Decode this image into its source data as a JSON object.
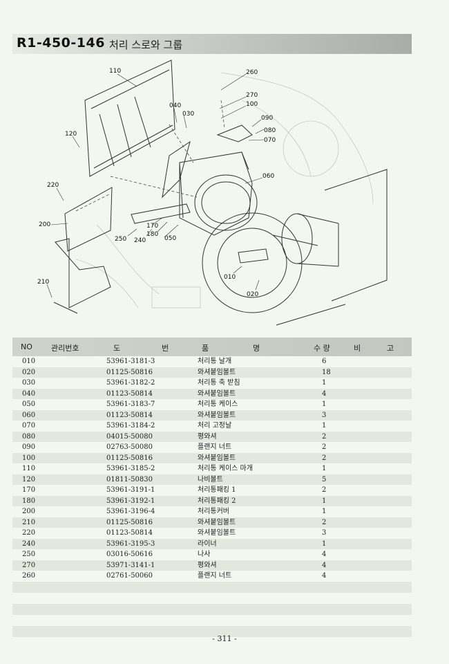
{
  "header": {
    "code": "R1-450-146",
    "title": "처리 스로와 그룹"
  },
  "diagram": {
    "callouts": [
      "110",
      "260",
      "270",
      "100",
      "040",
      "030",
      "090",
      "080",
      "070",
      "120",
      "060",
      "220",
      "200",
      "170",
      "180",
      "250",
      "240",
      "050",
      "210",
      "010",
      "020"
    ]
  },
  "table": {
    "headers": {
      "no": "NO",
      "mgmt": "관리번호",
      "dw1": "도",
      "dw2": "번",
      "nm1": "품",
      "nm2": "명",
      "qty": "수 량",
      "rm1": "비",
      "rm2": "고"
    },
    "rows": [
      {
        "no": "010",
        "drawing": "53961-3181-3",
        "name": "처리통 날개",
        "qty": "6"
      },
      {
        "no": "020",
        "drawing": "01125-50816",
        "name": "와셔붙임볼트",
        "qty": "18"
      },
      {
        "no": "030",
        "drawing": "53961-3182-2",
        "name": "처리통 축 받침",
        "qty": "1"
      },
      {
        "no": "040",
        "drawing": "01123-50814",
        "name": "와셔붙임볼트",
        "qty": "4"
      },
      {
        "no": "050",
        "drawing": "53961-3183-7",
        "name": "처리통 케이스",
        "qty": "1"
      },
      {
        "no": "060",
        "drawing": "01123-50814",
        "name": "와셔붙임볼트",
        "qty": "3"
      },
      {
        "no": "070",
        "drawing": "53961-3184-2",
        "name": "처리 고정날",
        "qty": "1"
      },
      {
        "no": "080",
        "drawing": "04015-50080",
        "name": "평와셔",
        "qty": "2"
      },
      {
        "no": "090",
        "drawing": "02763-50080",
        "name": "플랜지 너트",
        "qty": "2"
      },
      {
        "no": "100",
        "drawing": "01125-50816",
        "name": "와셔붙임볼트",
        "qty": "2"
      },
      {
        "no": "110",
        "drawing": "53961-3185-2",
        "name": "처리통 케이스 마개",
        "qty": "1"
      },
      {
        "no": "120",
        "drawing": "01811-50830",
        "name": "나비볼트",
        "qty": "5"
      },
      {
        "no": "170",
        "drawing": "53961-3191-1",
        "name": "처리통패킹 1",
        "qty": "2"
      },
      {
        "no": "180",
        "drawing": "53961-3192-1",
        "name": "처리통패킹 2",
        "qty": "1"
      },
      {
        "no": "200",
        "drawing": "53961-3196-4",
        "name": "처리통커버",
        "qty": "1"
      },
      {
        "no": "210",
        "drawing": "01125-50816",
        "name": "와셔붙임볼트",
        "qty": "2"
      },
      {
        "no": "220",
        "drawing": "01123-50814",
        "name": "와셔붙임볼트",
        "qty": "3"
      },
      {
        "no": "240",
        "drawing": "53961-3195-3",
        "name": "라이너",
        "qty": "1"
      },
      {
        "no": "250",
        "drawing": "03016-50616",
        "name": "나사",
        "qty": "4"
      },
      {
        "no": "270",
        "drawing": "53971-3141-1",
        "name": "평와셔",
        "qty": "4"
      },
      {
        "no": "260",
        "drawing": "02761-50060",
        "name": "플랜지 너트",
        "qty": "4"
      }
    ]
  },
  "footer": {
    "page_number": "- 311 -"
  }
}
